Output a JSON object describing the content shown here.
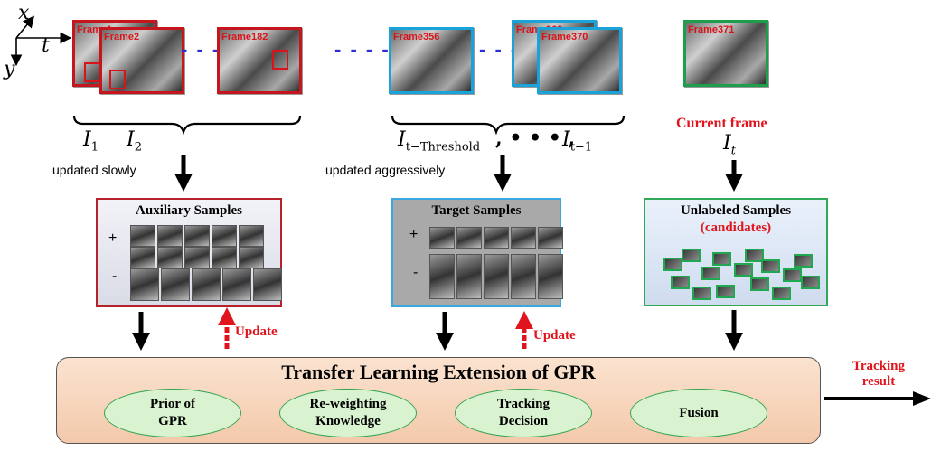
{
  "axes": {
    "x": "x",
    "t": "t",
    "y": "y"
  },
  "frames": {
    "group1": [
      "Frame1",
      "Frame2",
      "Frame182"
    ],
    "group2": [
      "Frame356",
      "Frame369",
      "Frame370"
    ],
    "current": "Frame371"
  },
  "sequence_labels": {
    "i1": "I",
    "i1_sub": "1",
    "i2": "I",
    "i2_sub": "2",
    "ith": "I",
    "ith_sub": "t−Threshold",
    "ellipsis": ", • • • ,",
    "itm1": "I",
    "itm1_sub": "t−1",
    "it": "I",
    "it_sub": "t"
  },
  "current_frame_label": "Current frame",
  "annotations": {
    "updated_slowly": "updated slowly",
    "updated_aggressively": "updated aggressively"
  },
  "boxes": {
    "auxiliary": {
      "title": "Auxiliary Samples",
      "plus": "+",
      "minus": "-"
    },
    "target": {
      "title": "Target Samples",
      "plus": "+",
      "minus": "-"
    },
    "unlabeled": {
      "title": "Unlabeled Samples",
      "subtitle": "(candidates)"
    }
  },
  "update_labels": [
    "Update",
    "Update"
  ],
  "panel": {
    "title": "Transfer Learning Extension of GPR",
    "modules": [
      "Prior of\nGPR",
      "Re-weighting\nKnowledge",
      "Tracking\nDecision",
      "Fusion"
    ]
  },
  "output_label": "Tracking\nresult",
  "colors": {
    "red": "#c5161d",
    "blue": "#1aa3d9",
    "green": "#1e9e4a",
    "panel": "#f3c9ab",
    "ellipse": "#d9f2cf"
  }
}
